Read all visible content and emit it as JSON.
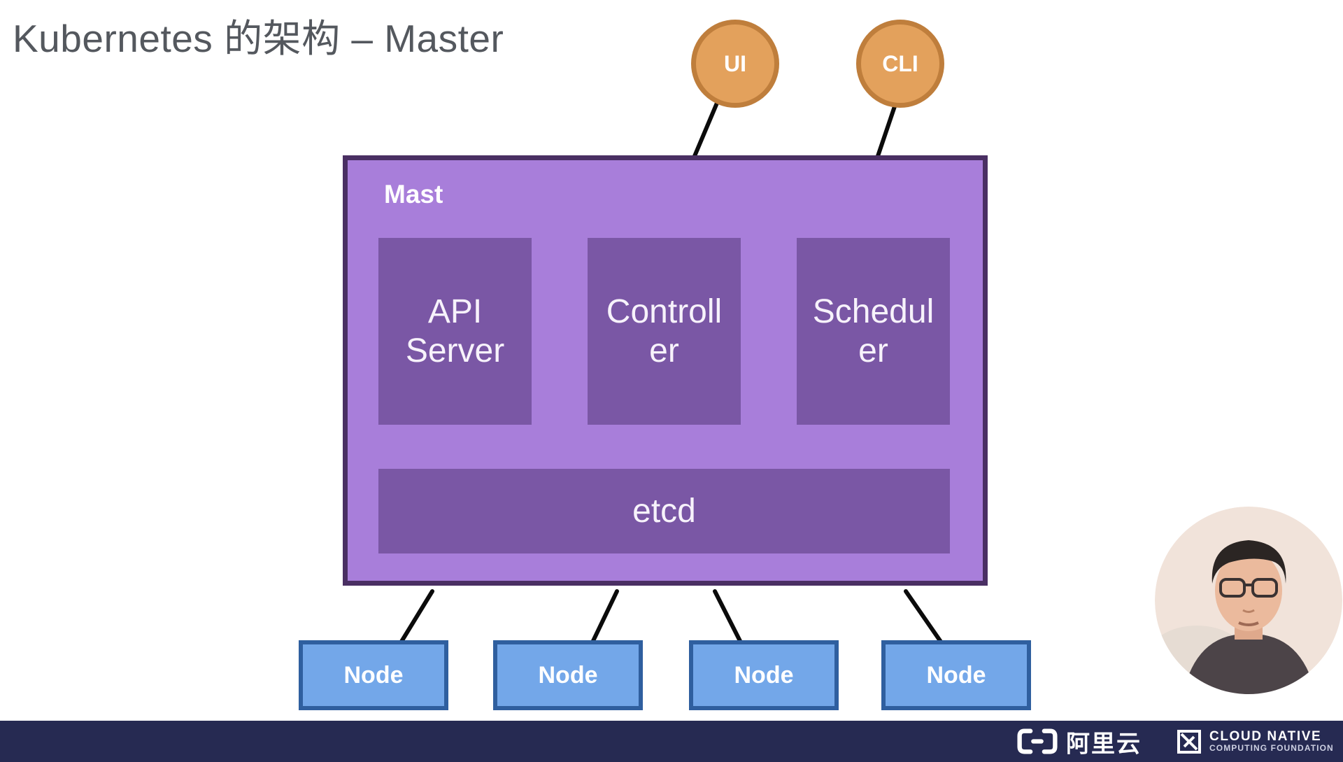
{
  "slide": {
    "title": "Kubernetes 的架构 – Master"
  },
  "clients": [
    {
      "label": "UI"
    },
    {
      "label": "CLI"
    }
  ],
  "master": {
    "label": "Mast",
    "components": [
      {
        "label": "API Server",
        "lines": [
          "API",
          "Server"
        ]
      },
      {
        "label": "Controller",
        "lines": [
          "Controll",
          "er"
        ]
      },
      {
        "label": "Scheduler",
        "lines": [
          "Schedul",
          "er"
        ]
      }
    ],
    "datastore": {
      "label": "etcd"
    }
  },
  "nodes": [
    {
      "label": "Node"
    },
    {
      "label": "Node"
    },
    {
      "label": "Node"
    },
    {
      "label": "Node"
    }
  ],
  "footer": {
    "alibaba_name": "阿里云",
    "cncf_line1": "CLOUD NATIVE",
    "cncf_line2": "COMPUTING FOUNDATION"
  },
  "icons": {
    "alibaba": "alibaba-cloud-bracket-logo",
    "cncf": "cncf-square-logo",
    "webcam": "presenter-webcam-avatar"
  },
  "colors": {
    "title_text": "#54585E",
    "master_fill": "#A87EDA",
    "master_border": "#4A2F63",
    "component_fill": "#7A57A5",
    "node_fill": "#73A7E9",
    "node_border": "#2F5F9F",
    "client_fill": "#E3A15C",
    "client_border": "#BF7E3C",
    "connector": "#0B0B0B",
    "footer_bg": "#262A52",
    "footer_text": "#FFFFFF",
    "cncf_subtext": "#CDD0E2"
  }
}
